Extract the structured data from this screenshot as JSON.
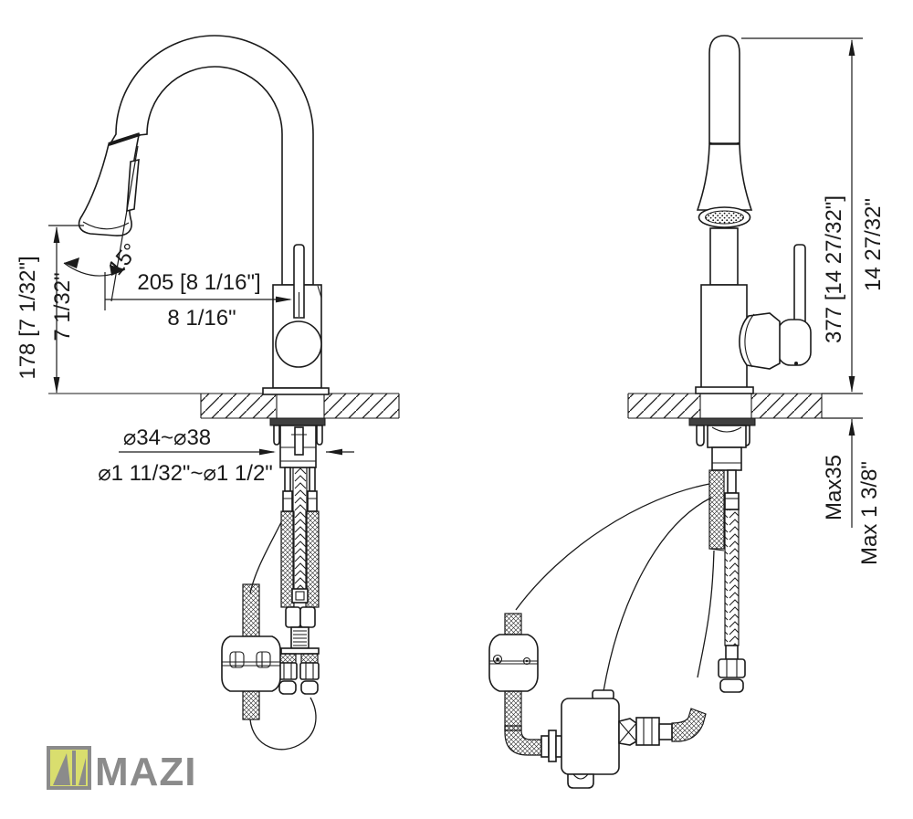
{
  "colors": {
    "line": "#1a1a1a",
    "flange_fill": "#3f3f3f",
    "logo_green": "#d9de6e",
    "logo_gray": "#8b8b8b",
    "background": "#ffffff"
  },
  "left_view": {
    "angle": "15°",
    "height_metric": "178 [7 1/32\"]",
    "height_imperial": "7 1/32\"",
    "reach_metric": "205 [8 1/16\"]",
    "reach_imperial": "8 1/16\"",
    "hole_metric": "⌀34~⌀38",
    "hole_imperial": "⌀1 11/32\"~⌀1 1/2\""
  },
  "right_view": {
    "height_metric": "377 [14 27/32\"]",
    "height_imperial": "14 27/32\"",
    "counter_metric": "Max35",
    "counter_imperial": "Max 1 3/8\""
  },
  "logo": {
    "brand": "MAZI"
  }
}
